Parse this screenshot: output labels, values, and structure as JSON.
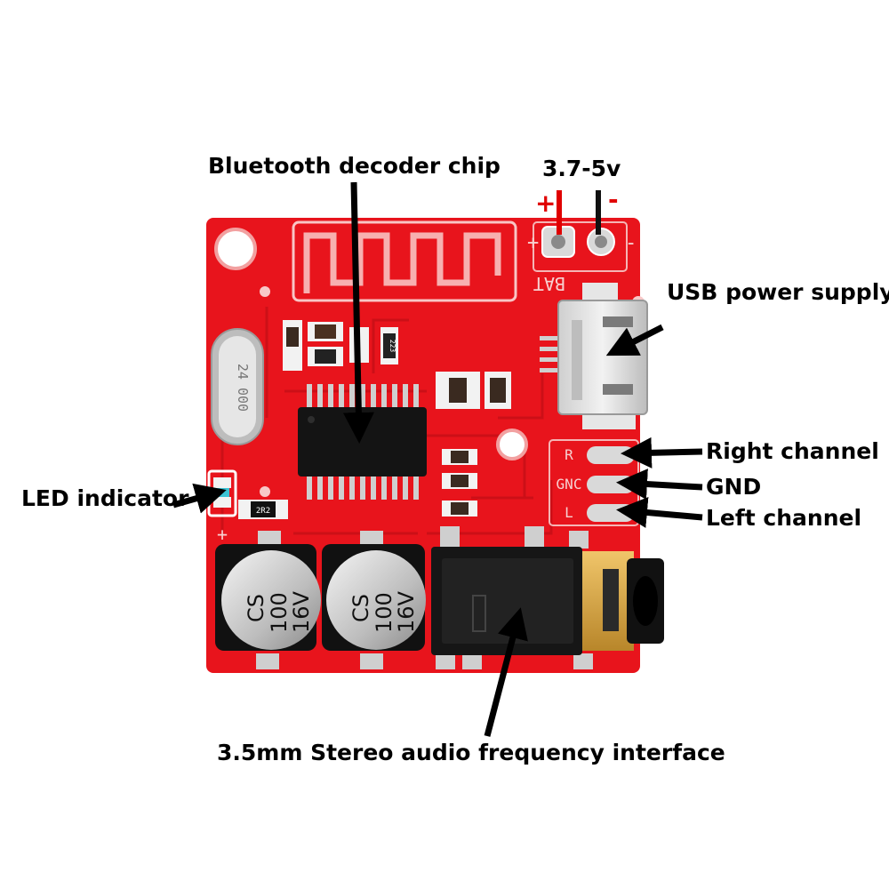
{
  "labels": {
    "chip": "Bluetooth decoder chip",
    "voltage": "3.7-5v",
    "plus": "+",
    "minus": "-",
    "usb": "USB power supply",
    "right": "Right channel",
    "gnd": "GND",
    "left": "Left channel",
    "led": "LED indicator",
    "audio": "3.5mm Stereo audio frequency interface"
  },
  "silkscreen": {
    "bat": "BAT",
    "r": "R",
    "gnd": "GNC",
    "l": "L",
    "led_plus": "+",
    "crystal": "24 000",
    "cap_text_1": "CS",
    "cap_text_2": "100",
    "cap_text_3": "16V",
    "res_1": "2R2",
    "res_2": "223",
    "bat_plus": "+",
    "bat_minus": "-"
  },
  "colors": {
    "pcb": "#e8141c",
    "pcb_dark": "#c90f17",
    "pad": "#d9d9d9",
    "positive": "#e00000",
    "negative": "#111111"
  }
}
